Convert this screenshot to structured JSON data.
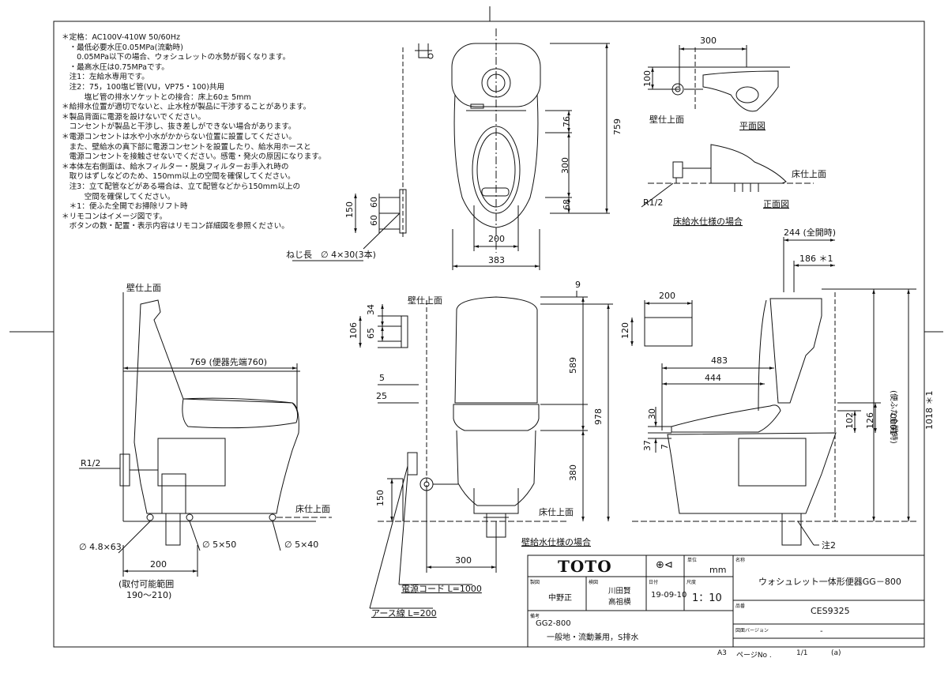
{
  "notes": [
    "＊定格：AC100V-410W 50/60Hz",
    "　・最低必要水圧0.05MPa(流動時)",
    "　　0.05MPa以下の場合、ウォシュレットの水勢が弱くなります。",
    "　・最高水圧は0.75MPaです。",
    "　注1：左給水専用です。",
    "　注2：75，100塩ビ管(VU，VP75・100)共用",
    "　　　塩ビ管の排水ソケットとの接合：床上60± 5mm",
    "＊給排水位置が適切でないと、止水栓が製品に干渉することがあります。",
    "＊製品背面に電源を設けないでください。",
    "　コンセントが製品と干渉し、抜き差しができない場合があります。",
    "＊電源コンセントは水や小水がかからない位置に設置してください。",
    "　また、壁給水の真下部に電源コンセントを設置したり、給水用ホースと",
    "　電源コンセントを接触させないでください。感電・発火の原因になります。",
    "＊本体左右側面は、給水フィルター・脱臭フィルターお手入れ時の",
    "　取りはずしなどのため、150mm以上の空間を確保してください。",
    "　注3：立て配管などがある場合は、立て配管などから150mm以上の",
    "　　　空間を確保してください。",
    "　＊1：便ふた全開でお掃除リフト時",
    "＊リモコンはイメージ図です。",
    "　ボタンの数・配置・表示内容はリモコン詳細図を参照ください。"
  ],
  "labels": {
    "wall_face": "壁仕上面",
    "floor_face": "床仕上面",
    "plan_view": "平面図",
    "front_view": "正面図",
    "floor_supply_case": "床給水仕様の場合",
    "wall_supply_case": "壁給水仕様の場合",
    "screw_length": "ねじ長　∅ 4×30(3本)",
    "r_half_a": "R1/2",
    "r_half_b": "R1/2",
    "mount_range": "(取付可能範囲",
    "mount_range_2": "190～210)",
    "power_cord": "電源コード L=1000",
    "earth_wire": "アース線 L=200",
    "note2": "注2",
    "d48": "∅ 4.8×63",
    "d5a": "∅ 5×50",
    "d5b": "∅ 5×40",
    "full_open_244": "244 (全開時)",
    "d186": "186 ＊1",
    "d1018": "1018 ＊1",
    "lid_full_open_v": "(便ふた全開時)",
    "d769": "769 (便器先端760)"
  },
  "dimensions": {
    "top_right_300": "300",
    "top_right_100": "100",
    "top_759": "759",
    "top_76": "76",
    "top_300": "300",
    "top_68": "68",
    "top_200": "200",
    "top_383": "383",
    "top_150": "150",
    "top_60a": "60",
    "top_60b": "60",
    "front_9": "9",
    "front_34": "34",
    "front_106": "106",
    "front_65": "65",
    "front_5": "5",
    "front_25": "25",
    "front_589": "589",
    "front_978": "978",
    "front_380": "380",
    "front_150": "150",
    "front_300": "300",
    "side_200": "200",
    "rs_200": "200",
    "rs_120": "120",
    "rs_483": "483",
    "rs_444": "444",
    "rs_30": "30",
    "rs_37": "37",
    "rs_7": "7",
    "rs_102": "102",
    "rs_126": "126",
    "rs_1000": "1000"
  },
  "title_block": {
    "brand": "TOTO",
    "symbol": "⊕⊲",
    "unit_label": "単位",
    "unit": "mm",
    "name_label": "名称",
    "name": "ウォシュレット一体形便器GG－800",
    "designer_label": "製図",
    "designer": "中野正",
    "checker_label": "検図",
    "checker_1": "川田賢",
    "checker_2": "高祖横",
    "date_label": "日付",
    "date": "19-09-10",
    "scale_label": "尺度",
    "scale": "1：10",
    "drawing_no_label": "品番",
    "drawing_no": "CES9325",
    "model_label": "備考",
    "model": "GG2-800",
    "model_desc": "一般地・流動兼用，S排水",
    "revision_label": "図面バージョン",
    "revision": "-",
    "paper": "A3",
    "page_label": "ページNo .",
    "page": "1/1",
    "page_suffix": "(a)"
  }
}
